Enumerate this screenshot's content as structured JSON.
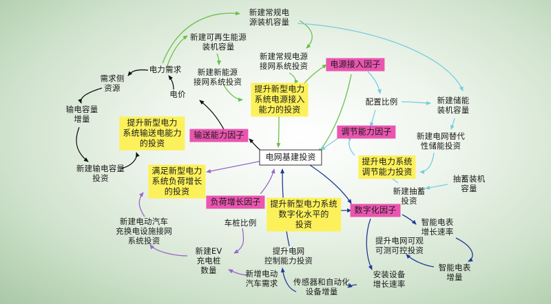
{
  "colors": {
    "green": "#69bf4a",
    "cyan": "#76cde0",
    "purple": "#9a64c8",
    "navy": "#1e3a96",
    "black": "#111111",
    "yellow": "#fcf15a",
    "pink": "#ea55b0"
  },
  "nodes": {
    "center": "电网基建投资",
    "power_demand": "电力需求",
    "electricity_price": "电价",
    "demand_side": "需求侧\n资源",
    "trans_increase": "输电容量\n增量",
    "new_trans_invest": "新建输电容量\n投资",
    "new_conv_capacity": "新建常规电\n源装机容量",
    "new_renew_capacity": "新建可再生能源\n装机容量",
    "new_conv_grid_invest": "新建常规电源\n接网系统投资",
    "new_newsrc_grid_invest": "新建新能源\n接网系统投资",
    "source_access_factor": "电源接入因子",
    "config_ratio": "配置比例",
    "new_storage_capacity": "新建储能\n装机容量",
    "grid_alt_storage_invest": "新建电网替代\n性储能投资",
    "pumped_capacity": "抽蓄装机\n容量",
    "new_pumped_invest": "新建抽蓄\n投资",
    "smart_meter_rate": "智能电表\n增长速率",
    "smart_meter_increase": "智能电表\n增量",
    "observable_invest": "提升电网可观\n可测可控投资",
    "device_rate": "安装设备\n增长速率",
    "sensor_increase": "传感器和自动化\n设备增量",
    "control_invest": "提升电网\n控制能力投资",
    "ev_demand": "新增电动\n汽车需求",
    "new_ev_pile": "新建EV\n充电桩\n数量",
    "ev_swap_invest": "新建电动汽车\n充换电设施接网\n系统投资",
    "pile_ratio": "车桩比例",
    "load_growth_factor": "负荷增长因子",
    "trans_capacity_factor": "输送能力因子",
    "regulation_factor": "调节能力因子",
    "digital_factor": "数字化因子",
    "y_source_access": "提升新型电力\n系统电源接入\n能力的投资",
    "y_transmission": "提升新型电力\n系统输送电能力\n的投资",
    "y_load_growth": "满足新型电力\n系统负荷增长\n的投资",
    "y_regulation": "提升电力系统\n调节能力投资",
    "y_digital": "提升新型电力系统\n数字化水平的\n投资"
  }
}
